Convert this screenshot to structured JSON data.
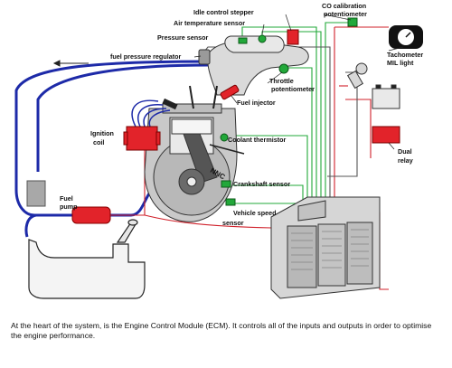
{
  "labels": {
    "co_calibration": "CO calibration",
    "potentiometer": "potentiometer",
    "idle_control_stepper": "Idle control stepper",
    "air_temperature_sensor": "Air temperature sensor",
    "pressure_sensor": "Pressure sensor",
    "fuel_pressure_regulator": "fuel pressure regulator",
    "throttle": "Throttle",
    "throttle_potentiometer": "potentiometer",
    "fuel_injector": "Fuel injector",
    "ignition": "Ignition",
    "coil": "coil",
    "coolant_thermistor": "Coolant thermistor",
    "crankshaft_sensor": "Crankshaft sensor",
    "vehicle_speed": "Vehicle speed",
    "sensor": "sensor",
    "fuel": "Fuel",
    "pump": "pump",
    "tachometer": "Tachometer",
    "mil_light": "MIL light",
    "dual": "Dual",
    "relay": "relay",
    "piston_text": "NNC"
  },
  "caption": "At the heart of the system, is the Engine Control Module (ECM). It controls all of the inputs and outputs in order to optimise the engine performance.",
  "colors": {
    "fuel_line": "#1d2aa8",
    "signal_wire": "#22a83a",
    "power_wire": "#d0202a",
    "component_red": "#e2232a",
    "engine_gray": "#c9c9c9",
    "ecm_gray": "#d6d6d6"
  }
}
